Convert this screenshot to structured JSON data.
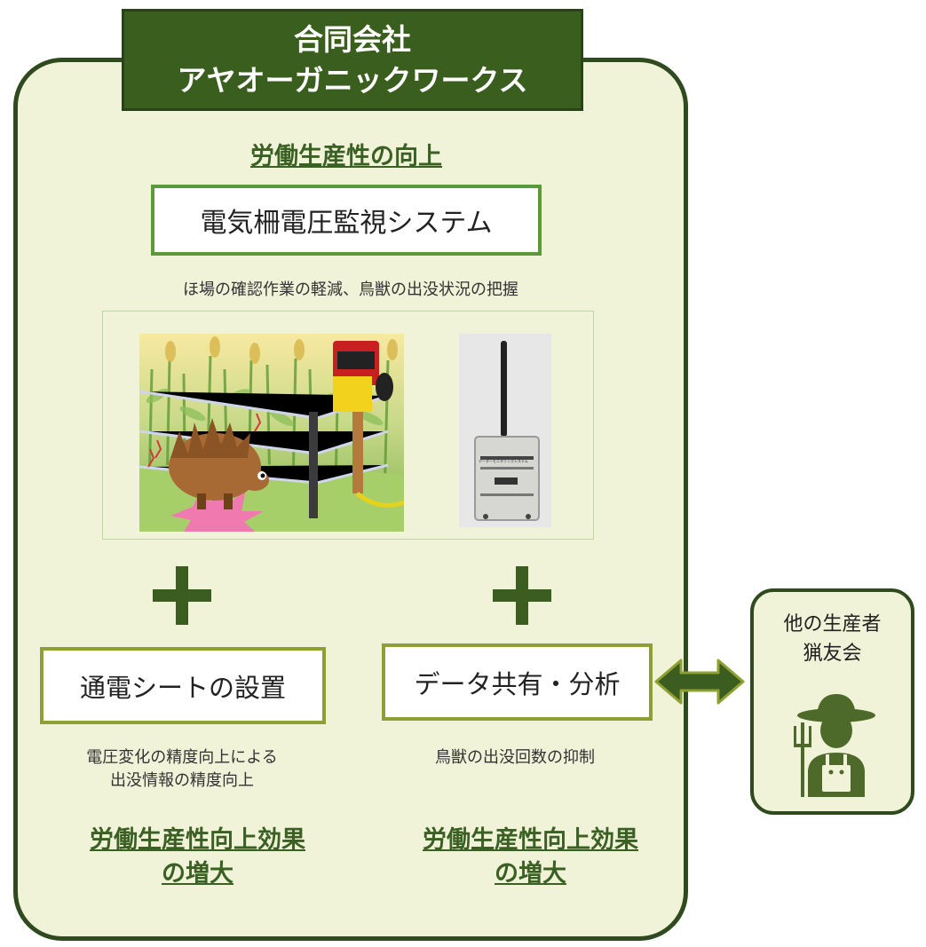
{
  "header": {
    "line1": "合同会社",
    "line2": "アヤオーガニックワークス"
  },
  "main": {
    "heading": "労働生産性の向上",
    "system_name": "電気柵電圧監視システム",
    "system_description": "ほ場の確認作業の軽減、鳥獣の出没状況の把握"
  },
  "left_column": {
    "action": "通電シートの設置",
    "description_line1": "電圧変化の精度向上による",
    "description_line2": "出没情報の精度向上",
    "effect_line1": "労働生産性向上効果",
    "effect_line2": "の増大"
  },
  "right_column": {
    "action": "データ共有・分析",
    "description": "鳥獣の出没回数の抑制",
    "effect_line1": "労働生産性向上効果",
    "effect_line2": "の増大"
  },
  "side": {
    "line1": "他の生産者",
    "line2": "猟友会",
    "icon": "farmer-icon"
  },
  "device_label": "データーモニタリングシステム",
  "colors": {
    "dark_green": "#3a5e1e",
    "panel_bg": "#f1f3d9",
    "border_green": "#5a9a3a",
    "olive": "#8da032"
  }
}
